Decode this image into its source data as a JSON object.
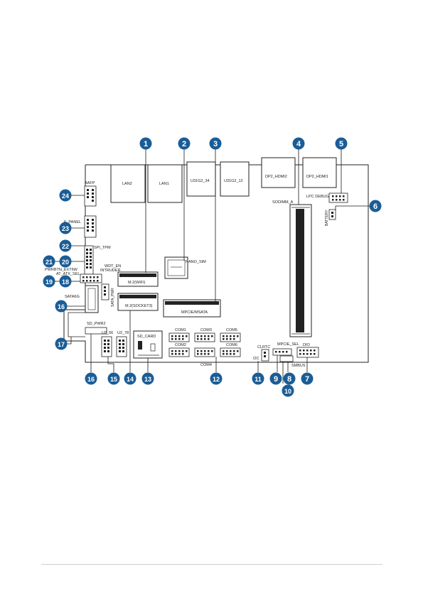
{
  "colors": {
    "callout": "#1a5d96",
    "stroke": "#222222",
    "fill": "#ffffff"
  },
  "labels": {
    "lan2": "LAN2",
    "lan1": "LAN1",
    "u31g2_34": "U31G2_34",
    "u31g2_12": "U31G2_12",
    "dp2_hdmi2": "DP2_HDMI2",
    "dp2_hdmi1": "DP2_HDMI1",
    "aafp": "AAFP",
    "lpc_debug": "LPC DEBUG",
    "sodimm_a": "SODIMM_A",
    "battery": "BATTERY",
    "f_panel": "F_PANEL",
    "spi_tpm": "SPI_TPM",
    "nano_sim": "NANO_SIM",
    "wdt_en": "WDT_EN",
    "intruder": "INTRUDER",
    "pwrbtn_ext6w": "PWRBTN_EXT6W",
    "at_atx_sel": "AT_ATX_SEL",
    "m2_wifi": "M.2(WIFI)",
    "sata_pwr": "SATA_PWR",
    "m2_socket3": "M.2(SOCKET3)",
    "mpcie_msata": "MPCIE/MSATA",
    "sata6g": "SATA6G",
    "sd_pwr2": "SD_PWR2",
    "u2_56": "U2_56",
    "u2_78": "U2_78",
    "sd_card": "SD_CARD",
    "com1": "COM1",
    "com2": "COM2",
    "com3": "COM3",
    "com4": "COM4",
    "com5": "COM5",
    "com6": "COM6",
    "clrtc": "CLRTC",
    "i2c": "I2C",
    "mpcie_sel": "MPCIE_SEL",
    "dio": "DIO",
    "smbus": "SMBUS"
  },
  "callouts": [
    "1",
    "2",
    "3",
    "4",
    "5",
    "6",
    "7",
    "8",
    "9",
    "10",
    "11",
    "12",
    "13",
    "14",
    "15",
    "16",
    "17",
    "18",
    "19",
    "20",
    "21",
    "22",
    "23",
    "24"
  ]
}
